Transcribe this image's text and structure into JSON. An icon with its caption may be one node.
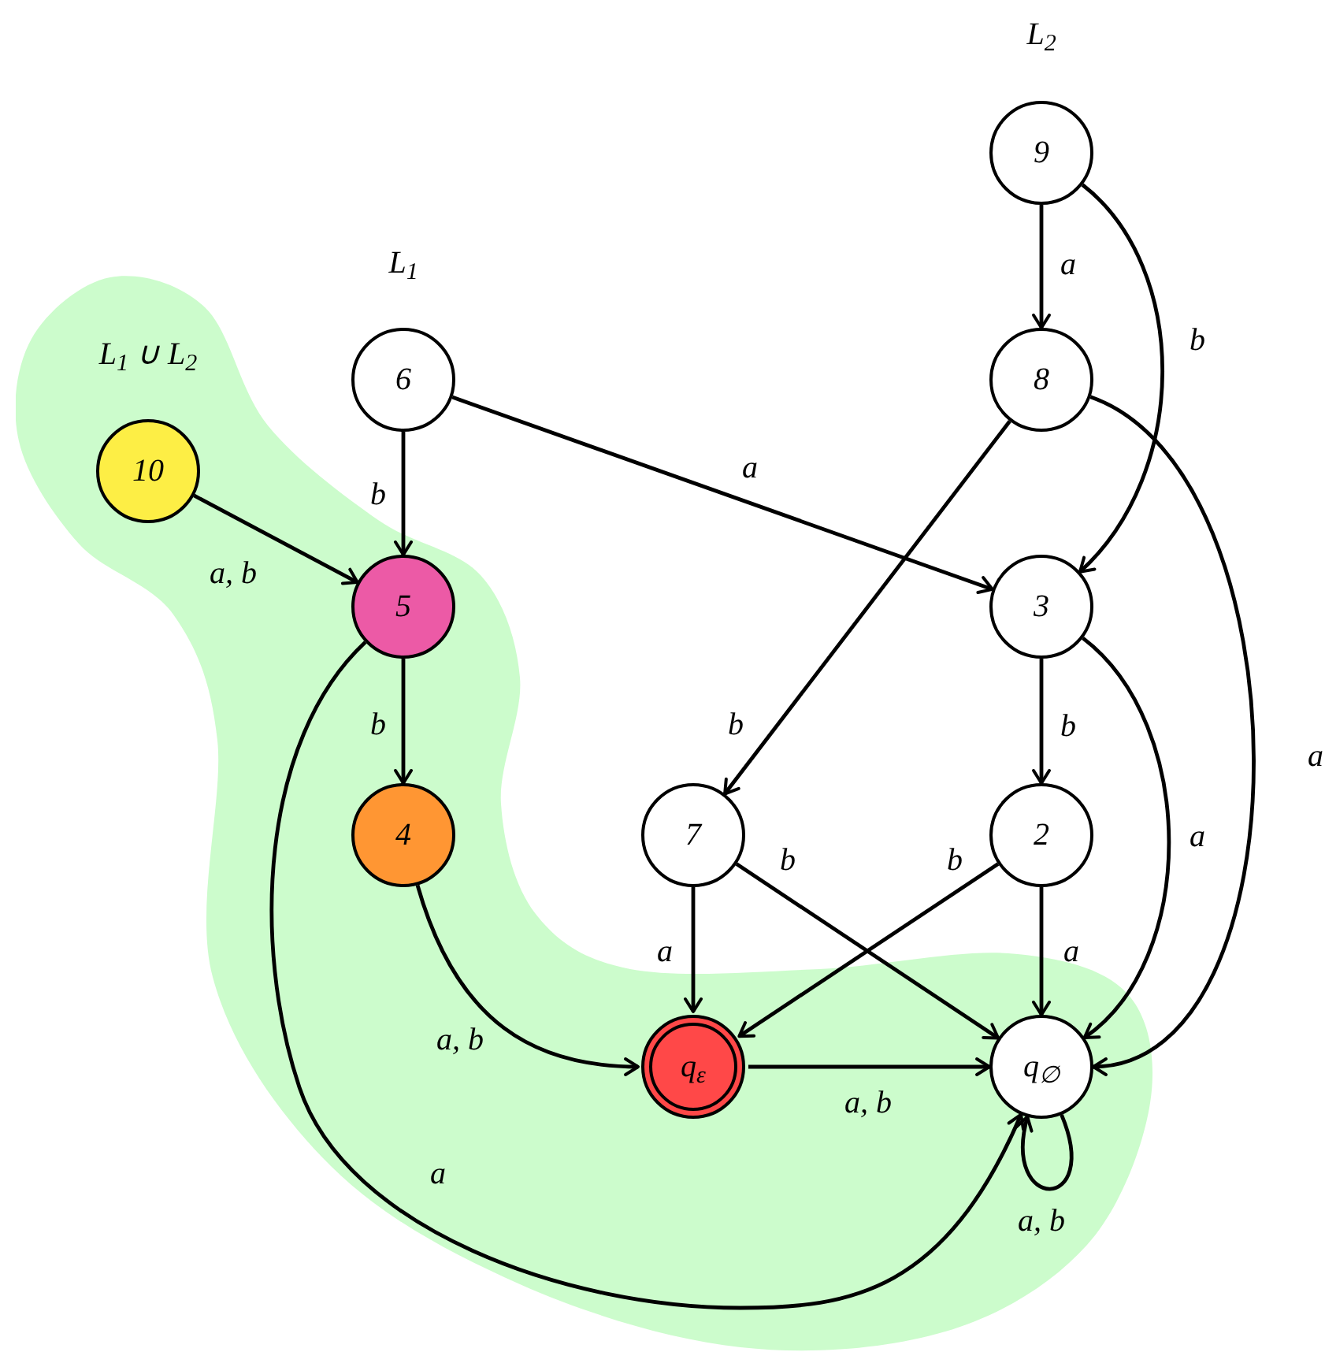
{
  "diagram": {
    "nodes": [
      {
        "text": [
          "9"
        ]
      },
      {
        "text": [
          "L$_{1}$ ∪ L$_{2}$"
        ]
      },
      {
        "text": [
          "8"
        ]
      },
      {
        "text": [
          "6"
        ]
      },
      {
        "text": [
          "10"
        ],
        "in": 1
      },
      {
        "text": [
          "5"
        ],
        "in": 1
      },
      {
        "text": [
          "3"
        ]
      },
      {
        "text": [
          "4"
        ],
        "in": 1
      },
      {
        "text": [
          "7"
        ]
      },
      {
        "text": [
          "2"
        ]
      },
      {
        "text": [
          "q$_{ε}$"
        ],
        "in": 1
      },
      {
        "text": [
          "q$_{∅}$"
        ],
        "in": 1
      }
    ],
    "edges": [
      {
        "from": 0,
        "to": 2,
        "arrow": "to",
        "label": "a"
      },
      {
        "from": 0,
        "to": 6,
        "arrow": "to",
        "label": "b"
      },
      {
        "from": 2,
        "to": 8,
        "arrow": "to",
        "label": "b"
      },
      {
        "from": 2,
        "to": 11,
        "arrow": "to",
        "label": "a"
      },
      {
        "from": 3,
        "to": 5,
        "arrow": "to",
        "label": "b"
      },
      {
        "from": 3,
        "to": 6,
        "arrow": "to",
        "label": "a"
      },
      {
        "from": 4,
        "to": 5,
        "arrow": "to",
        "label": "a, b"
      },
      {
        "from": 5,
        "to": 7,
        "arrow": "to",
        "label": "b"
      },
      {
        "from": 5,
        "to": 11,
        "arrow": "to",
        "label": "a"
      },
      {
        "from": 6,
        "to": 9,
        "arrow": "to",
        "label": "b"
      },
      {
        "from": 6,
        "to": 11,
        "arrow": "to",
        "label": "a"
      },
      {
        "from": 7,
        "to": 10,
        "arrow": "to",
        "label": "a, b"
      },
      {
        "from": 8,
        "to": 10,
        "arrow": "to",
        "label": "a"
      },
      {
        "from": 8,
        "to": 11,
        "arrow": "to",
        "label": "b"
      },
      {
        "from": 9,
        "to": 10,
        "arrow": "to",
        "label": "b"
      },
      {
        "from": 9,
        "to": 11,
        "arrow": "to",
        "label": "a"
      },
      {
        "from": 10,
        "to": 11,
        "arrow": "to",
        "label": "a, b"
      },
      {
        "from": 11,
        "to": 11,
        "arrow": "to",
        "label": "a, b"
      }
    ],
    "labels": [
      "L$_{2}$",
      "L$_{1}$"
    ]
  }
}
